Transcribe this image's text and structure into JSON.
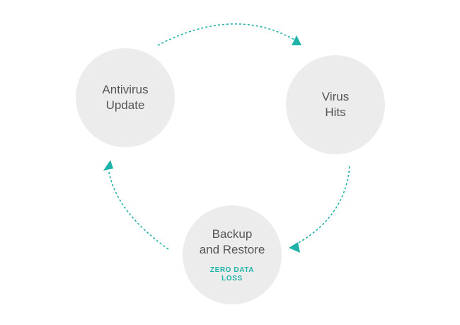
{
  "nodes": {
    "antivirus": {
      "line1": "Antivirus",
      "line2": "Update"
    },
    "virus": {
      "line1": "Virus",
      "line2": "Hits"
    },
    "backup": {
      "line1": "Backup",
      "line2": "and Restore",
      "note": "ZERO DATA LOSS"
    }
  },
  "colors": {
    "accent": "#1fb2a8",
    "circle": "#ececec",
    "text": "#555555"
  }
}
